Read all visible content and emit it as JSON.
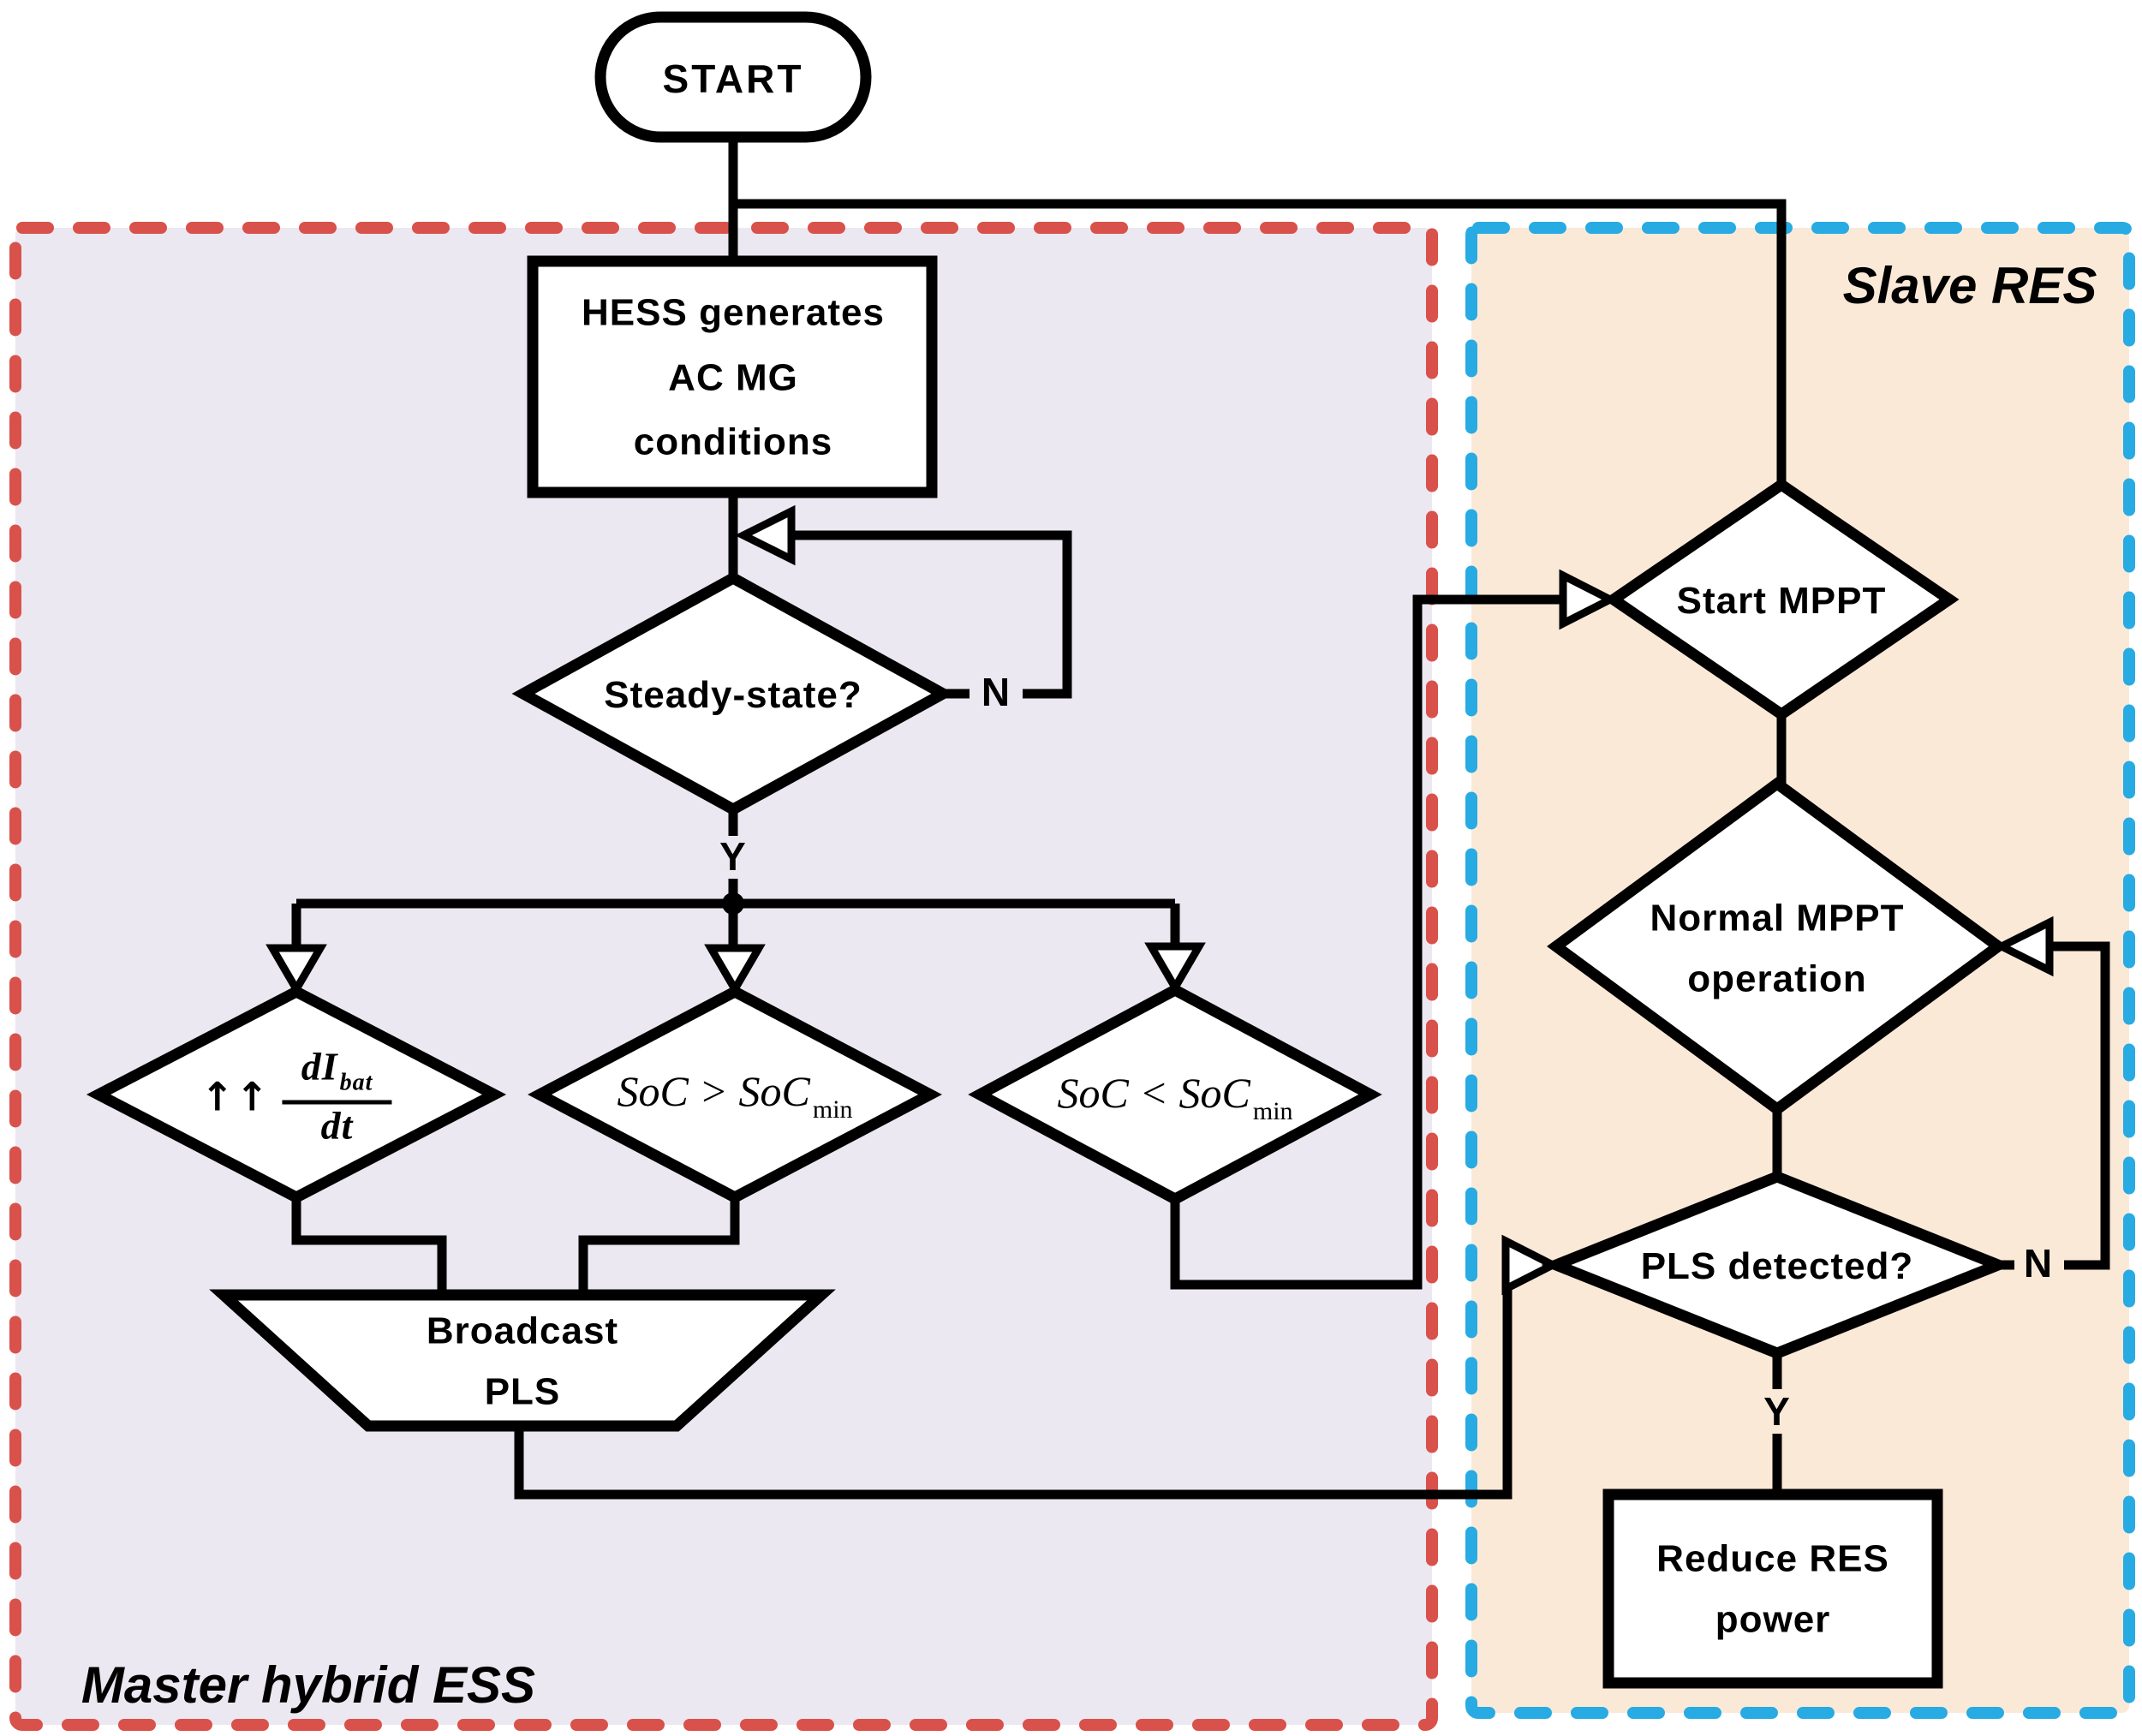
{
  "regions": {
    "master": {
      "label": "Master hybrid ESS",
      "border_color": "#d9514b",
      "fill_color": "#ece8f1"
    },
    "slave": {
      "label": "Slave RES",
      "border_color": "#27abe2",
      "fill_color": "#fbe9d8"
    }
  },
  "nodes": {
    "start": {
      "label": "START"
    },
    "hess": {
      "line1": "HESS generates",
      "line2": "AC MG",
      "line3": "conditions"
    },
    "steady_state": {
      "label": "Steady-state?"
    },
    "dibat": {
      "arrows": "↑↑",
      "numerator": "dI",
      "numerator_sub": "bat",
      "denominator": "dt"
    },
    "soc_gt": {
      "expr": "SoC > SoC",
      "sub": "min"
    },
    "soc_lt": {
      "expr": "SoC < SoC",
      "sub": "min"
    },
    "broadcast_pls": {
      "line1": "Broadcast",
      "line2": "PLS"
    },
    "start_mppt": {
      "label": "Start MPPT"
    },
    "normal_mppt": {
      "line1": "Normal MPPT",
      "line2": "operation"
    },
    "pls_detected": {
      "label": "PLS detected?"
    },
    "reduce_res": {
      "line1": "Reduce RES",
      "line2": "power"
    }
  },
  "edge_labels": {
    "steady_state_no": "N",
    "steady_state_yes": "Y",
    "pls_detected_no": "N",
    "pls_detected_yes": "Y"
  }
}
